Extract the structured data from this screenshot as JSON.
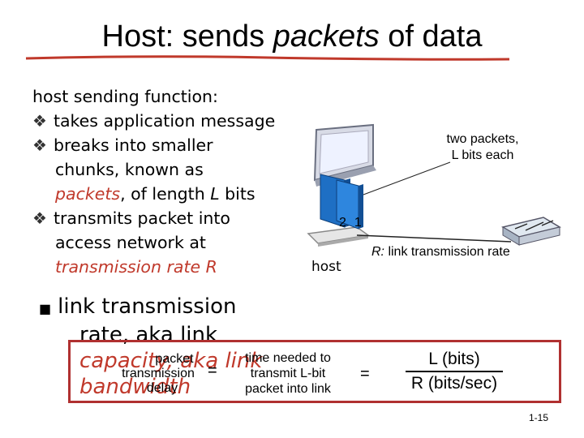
{
  "title": {
    "pre": "Host: sends ",
    "em": "packets",
    "post": " of data"
  },
  "paragraph": {
    "heading": "host sending function:",
    "b1": "takes application message",
    "b2": "breaks into smaller",
    "b2_line2": "chunks, known as",
    "b2_line3_em": "packets",
    "b2_line3_mid": ", of length ",
    "b2_line3_var": "L",
    "b2_line3_end": " bits",
    "b3": "transmits packet into",
    "b3_line2": "access network at",
    "b3_line3_em": "transmission rate R"
  },
  "sub_bullet": {
    "line1": "link transmission",
    "line2": "rate, aka link",
    "line3": "capacity, aka link",
    "line4": "bandwidth"
  },
  "diagram": {
    "two_packets": "two packets,",
    "l_bits_each": "L bits each",
    "num2": "2",
    "num1": "1",
    "host": "host",
    "rate_prefix": "R:",
    "rate_text": " link transmission rate"
  },
  "formula": {
    "left1": "packet",
    "left2": "transmission",
    "left3": "delay",
    "eq1": "=",
    "mid1": "time needed to",
    "mid2": "transmit L-bit",
    "mid3": "packet into link",
    "eq2": "=",
    "num": "L (bits)",
    "den": "R (bits/sec)"
  },
  "slide_number": "1-15",
  "colors": {
    "accent_red": "#c0392b",
    "box_border": "#b03030",
    "packet_blue": "#1e6fc4"
  }
}
